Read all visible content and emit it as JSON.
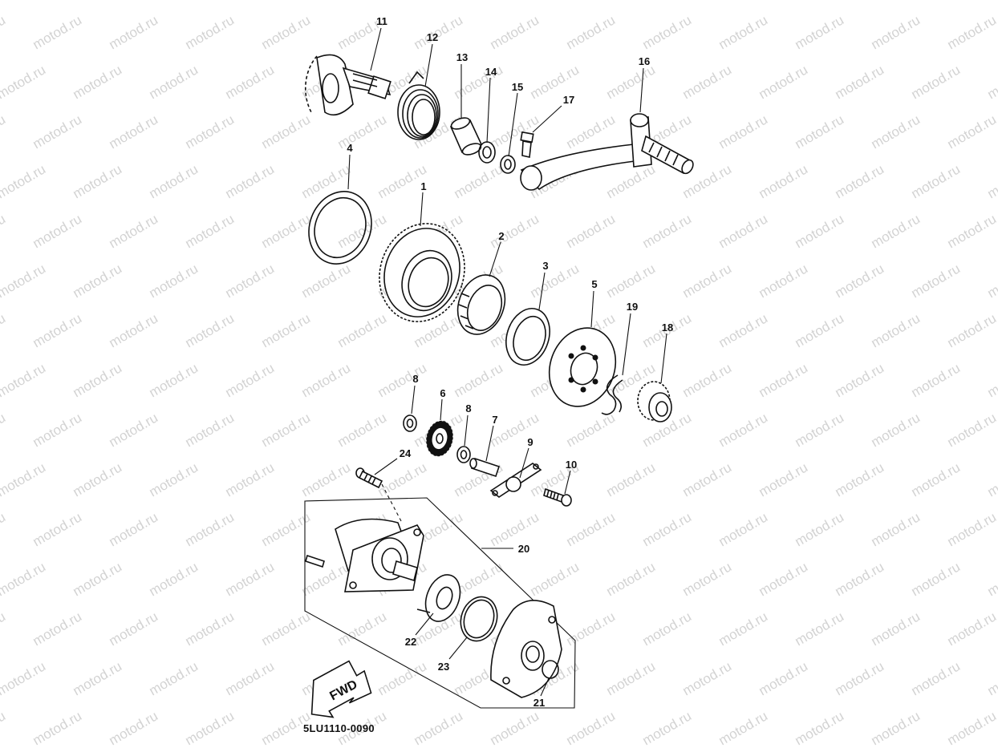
{
  "watermark": {
    "text": "motod.ru"
  },
  "diagram": {
    "code": "5LU1110-0090",
    "direction_label": "FWD",
    "callouts": {
      "c1": "1",
      "c2": "2",
      "c3": "3",
      "c4": "4",
      "c5": "5",
      "c6": "6",
      "c7": "7",
      "c8a": "8",
      "c8b": "8",
      "c9": "9",
      "c10": "10",
      "c11": "11",
      "c12": "12",
      "c13": "13",
      "c14": "14",
      "c15": "15",
      "c16": "16",
      "c17": "17",
      "c18": "18",
      "c19": "19",
      "c20": "20",
      "c21": "21",
      "c22": "22",
      "c23": "23",
      "c24": "24"
    }
  }
}
